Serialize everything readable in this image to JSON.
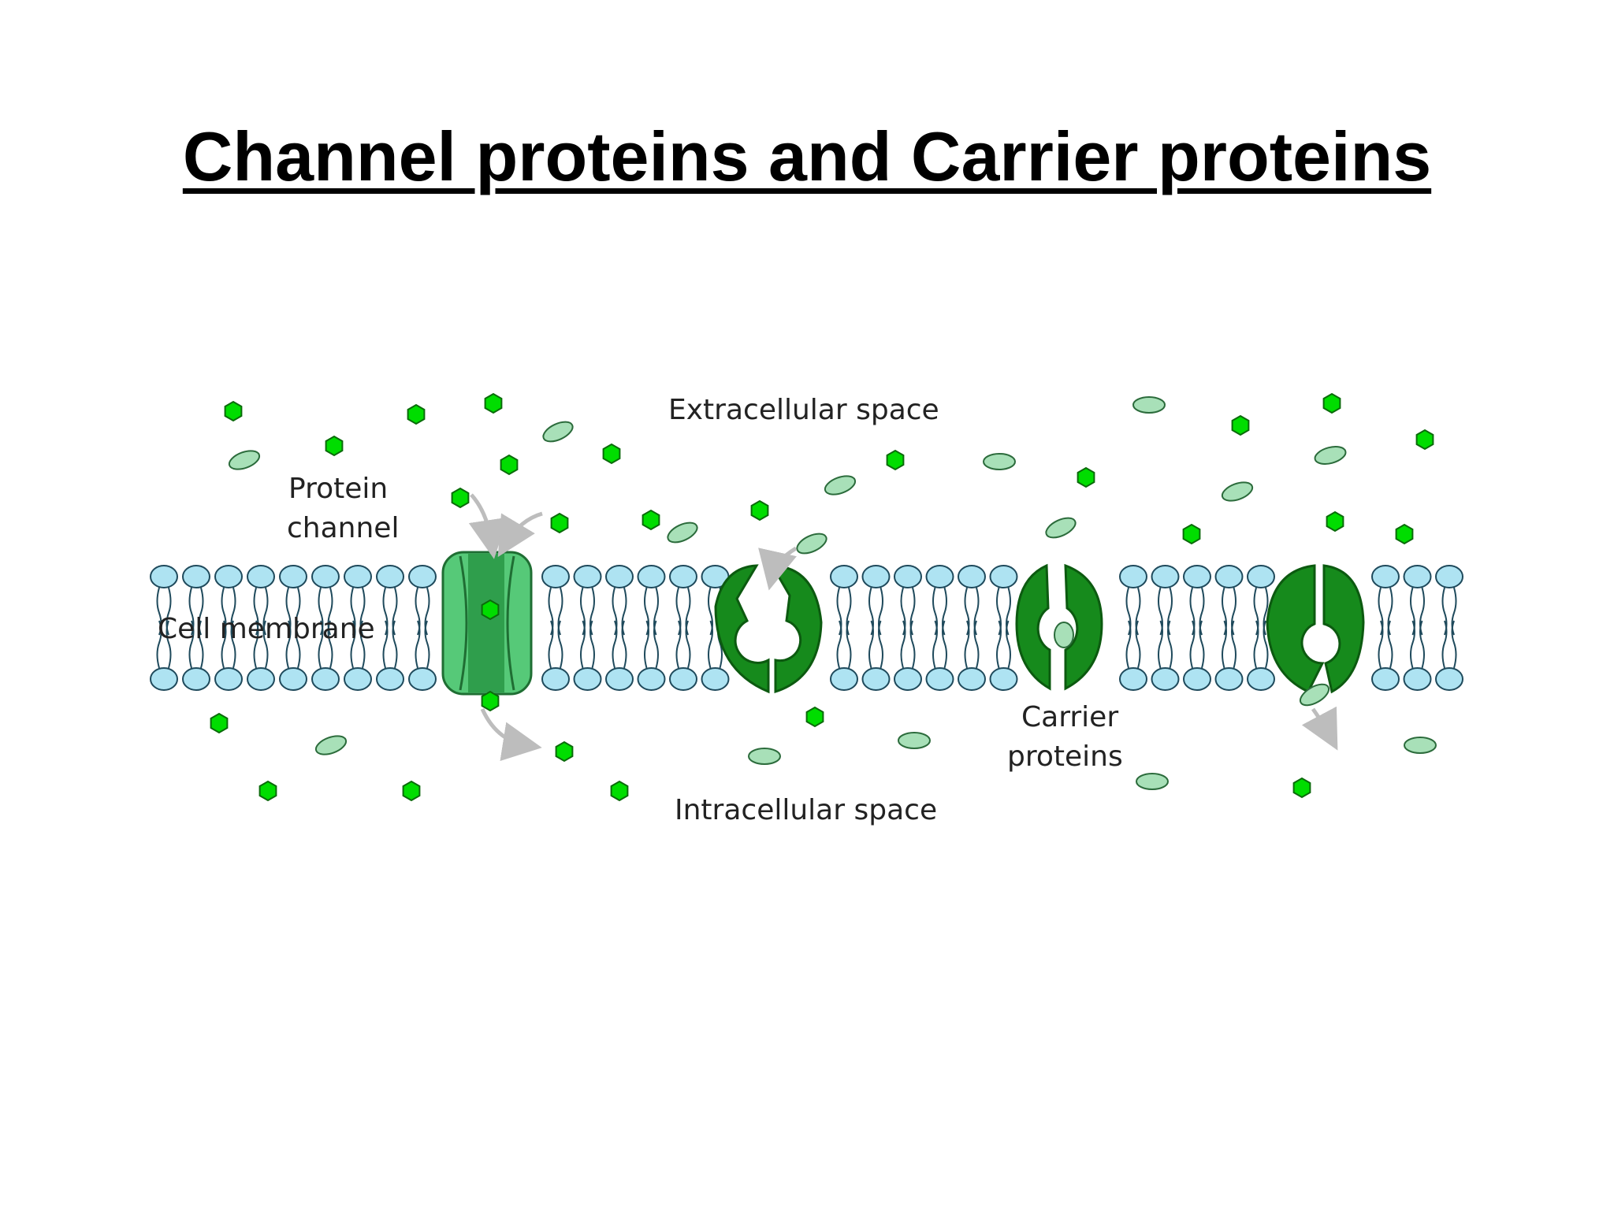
{
  "slide": {
    "title": "Channel proteins and Carrier proteins"
  },
  "diagram": {
    "labels": {
      "extracellular": "Extracellular space",
      "intracellular": "Intracellular space",
      "protein_channel_line1": "Protein",
      "protein_channel_line2": "channel",
      "cell_membrane": "Cell membrane",
      "carrier_line1": "Carrier",
      "carrier_line2": "proteins"
    },
    "colors": {
      "phospholipid_head": "#aee3f2",
      "phospholipid_outline": "#1f4a5c",
      "channel_light": "#56c978",
      "channel_dark": "#2f9e4c",
      "carrier": "#168a1c",
      "hexagon_molecule": "#00dd00",
      "oval_molecule": "#a8e0b8",
      "arrow": "#bdbdbd"
    }
  }
}
